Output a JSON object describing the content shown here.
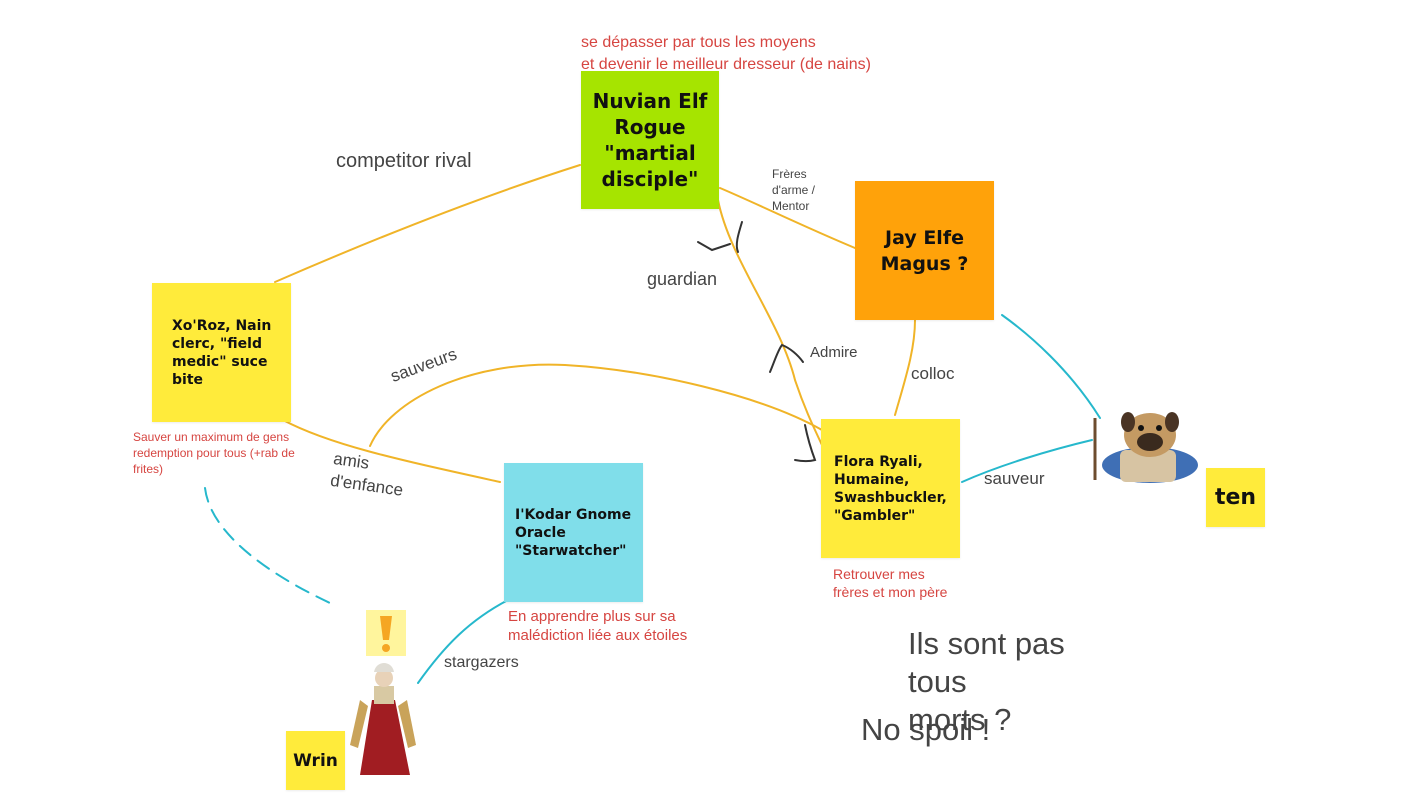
{
  "notes": {
    "nuvian": "Nuvian Elf\nRogue\n\"martial\ndisciple\"",
    "jay": "Jay Elfe\nMagus ?",
    "xoroz": "Xo'Roz, Nain\nclerc, \"field\nmedic\" suce\nbite",
    "ikodar": "I'Kodar Gnome\nOracle\n\"Starwatcher\"",
    "flora": "Flora Ryali,\nHumaine,\nSwashbuckler,\n\"Gambler\"",
    "ten": "ten",
    "wrin": "Wrin"
  },
  "goals": {
    "nuvian": "se dépasser par tous les moyens\net devenir le meilleur dresseur (de nains)",
    "xoroz": "Sauver un maximum de gens\nredemption pour tous (+rab de\nfrites)",
    "ikodar": "En apprendre plus sur sa\nmalédiction liée aux étoiles",
    "flora": "Retrouver mes\nfrères et mon père"
  },
  "links": {
    "competitor": "competitor rival",
    "freres": "Frères\nd'arme /\nMentor",
    "guardian": "guardian",
    "admire": "Admire",
    "colloc": "colloc",
    "sauveurs": "sauveurs",
    "amis": "amis\nd'enfance",
    "sauveur": "sauveur",
    "stargazers": "stargazers"
  },
  "annotations": {
    "question": "Ils sont pas\ntous\nmorts ?",
    "nospoil": "No spoil !"
  },
  "colors": {
    "note_yellow": "#ffeb3b",
    "note_green": "#a6e400",
    "note_orange": "#ffa20a",
    "note_blue": "#80deea",
    "link_yellow": "#f0b428",
    "link_cyan": "#26b8cc",
    "goal_red": "#d64541"
  },
  "icons": [
    "exclamation-icon",
    "pug-adventurer-portrait",
    "robed-elf-portrait"
  ]
}
